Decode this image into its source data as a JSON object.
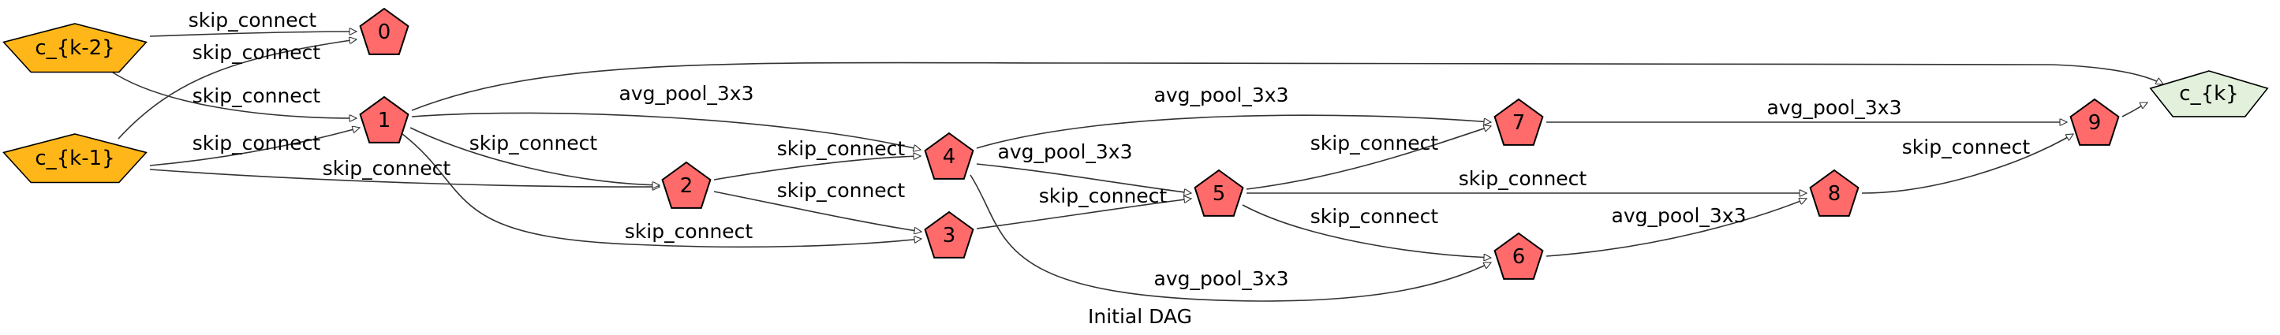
{
  "diagram": {
    "caption": "Initial DAG",
    "colors": {
      "input": "#FFB619",
      "op": "#FF6B6B",
      "output": "#E2F0DC",
      "stroke": "#000000",
      "edge": "#333333"
    },
    "nodes": [
      {
        "id": "ck2",
        "label": "c_{k-2}",
        "kind": "input"
      },
      {
        "id": "ck1",
        "label": "c_{k-1}",
        "kind": "input"
      },
      {
        "id": "n0",
        "label": "0",
        "kind": "op"
      },
      {
        "id": "n1",
        "label": "1",
        "kind": "op"
      },
      {
        "id": "n2",
        "label": "2",
        "kind": "op"
      },
      {
        "id": "n3",
        "label": "3",
        "kind": "op"
      },
      {
        "id": "n4",
        "label": "4",
        "kind": "op"
      },
      {
        "id": "n5",
        "label": "5",
        "kind": "op"
      },
      {
        "id": "n6",
        "label": "6",
        "kind": "op"
      },
      {
        "id": "n7",
        "label": "7",
        "kind": "op"
      },
      {
        "id": "n8",
        "label": "8",
        "kind": "op"
      },
      {
        "id": "n9",
        "label": "9",
        "kind": "op"
      },
      {
        "id": "ck",
        "label": "c_{k}",
        "kind": "output"
      }
    ],
    "edges": [
      {
        "from": "ck2",
        "to": "n0",
        "label": "skip_connect"
      },
      {
        "from": "ck1",
        "to": "n0",
        "label": "skip_connect"
      },
      {
        "from": "ck2",
        "to": "n1",
        "label": "skip_connect"
      },
      {
        "from": "ck1",
        "to": "n1",
        "label": "skip_connect"
      },
      {
        "from": "ck1",
        "to": "n2",
        "label": "skip_connect"
      },
      {
        "from": "n1",
        "to": "ck",
        "label": ""
      },
      {
        "from": "n1",
        "to": "n4",
        "label": "avg_pool_3x3"
      },
      {
        "from": "n1",
        "to": "n2",
        "label": "skip_connect"
      },
      {
        "from": "n1",
        "to": "n3",
        "label": "skip_connect"
      },
      {
        "from": "n2",
        "to": "n4",
        "label": "skip_connect"
      },
      {
        "from": "n2",
        "to": "n3",
        "label": "skip_connect"
      },
      {
        "from": "n4",
        "to": "n7",
        "label": "avg_pool_3x3"
      },
      {
        "from": "n4",
        "to": "n5",
        "label": "avg_pool_3x3"
      },
      {
        "from": "n4",
        "to": "n6",
        "label": "avg_pool_3x3"
      },
      {
        "from": "n3",
        "to": "n5",
        "label": "skip_connect"
      },
      {
        "from": "n5",
        "to": "n7",
        "label": "skip_connect"
      },
      {
        "from": "n5",
        "to": "n8",
        "label": "skip_connect"
      },
      {
        "from": "n5",
        "to": "n6",
        "label": "skip_connect"
      },
      {
        "from": "n6",
        "to": "n8",
        "label": "avg_pool_3x3"
      },
      {
        "from": "n7",
        "to": "n9",
        "label": "avg_pool_3x3"
      },
      {
        "from": "n8",
        "to": "n9",
        "label": "skip_connect"
      },
      {
        "from": "n9",
        "to": "ck",
        "label": ""
      }
    ]
  }
}
